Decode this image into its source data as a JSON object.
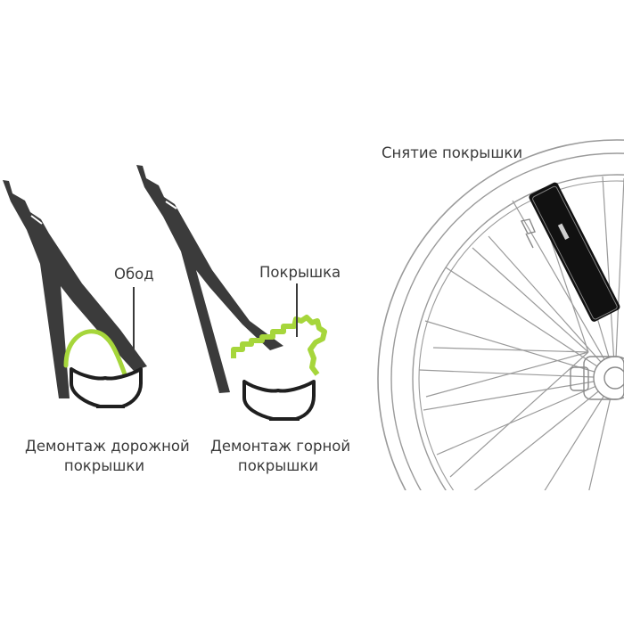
{
  "labels": {
    "rim": "Обод",
    "tire": "Покрышка",
    "remove_tire": "Снятие покрышки",
    "road_caption_line1": "Демонтаж дорожной",
    "road_caption_line2": "покрышки",
    "mtb_caption_line1": "Демонтаж горной",
    "mtb_caption_line2": "покрышки"
  },
  "colors": {
    "lever": "#3b3b3b",
    "tire_accent": "#a6d63b",
    "rim": "#1f1f1f",
    "wheel_lines": "#9a9a9a",
    "text": "#3a3a3a"
  },
  "icons": {
    "road": "tire-lever-icon",
    "mtb": "tire-lever-icon",
    "wheel": "bicycle-wheel-icon"
  }
}
